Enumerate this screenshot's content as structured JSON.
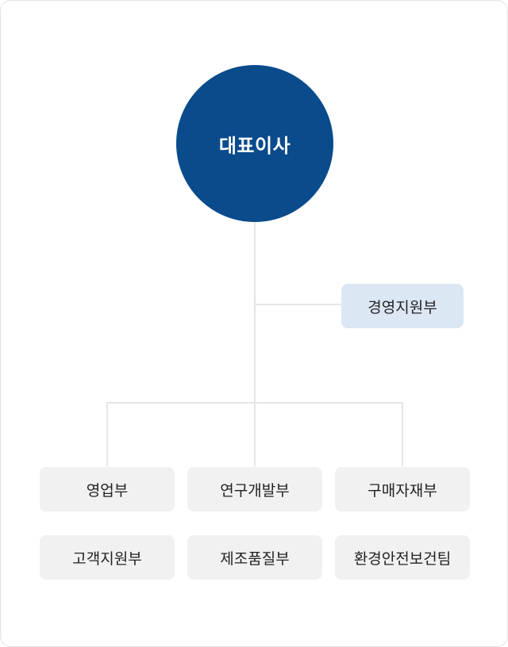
{
  "chart": {
    "root": "대표이사",
    "staff": "경영지원부",
    "departments": [
      "영업부",
      "연구개발부",
      "구매자재부",
      "고객지원부",
      "제조품질부",
      "환경안전보건팀"
    ]
  },
  "colors": {
    "root_fill": "#0a4b8c",
    "staff_fill": "#dce7f4",
    "department_fill": "#f1f1f1",
    "connector": "#e6e6e6"
  }
}
